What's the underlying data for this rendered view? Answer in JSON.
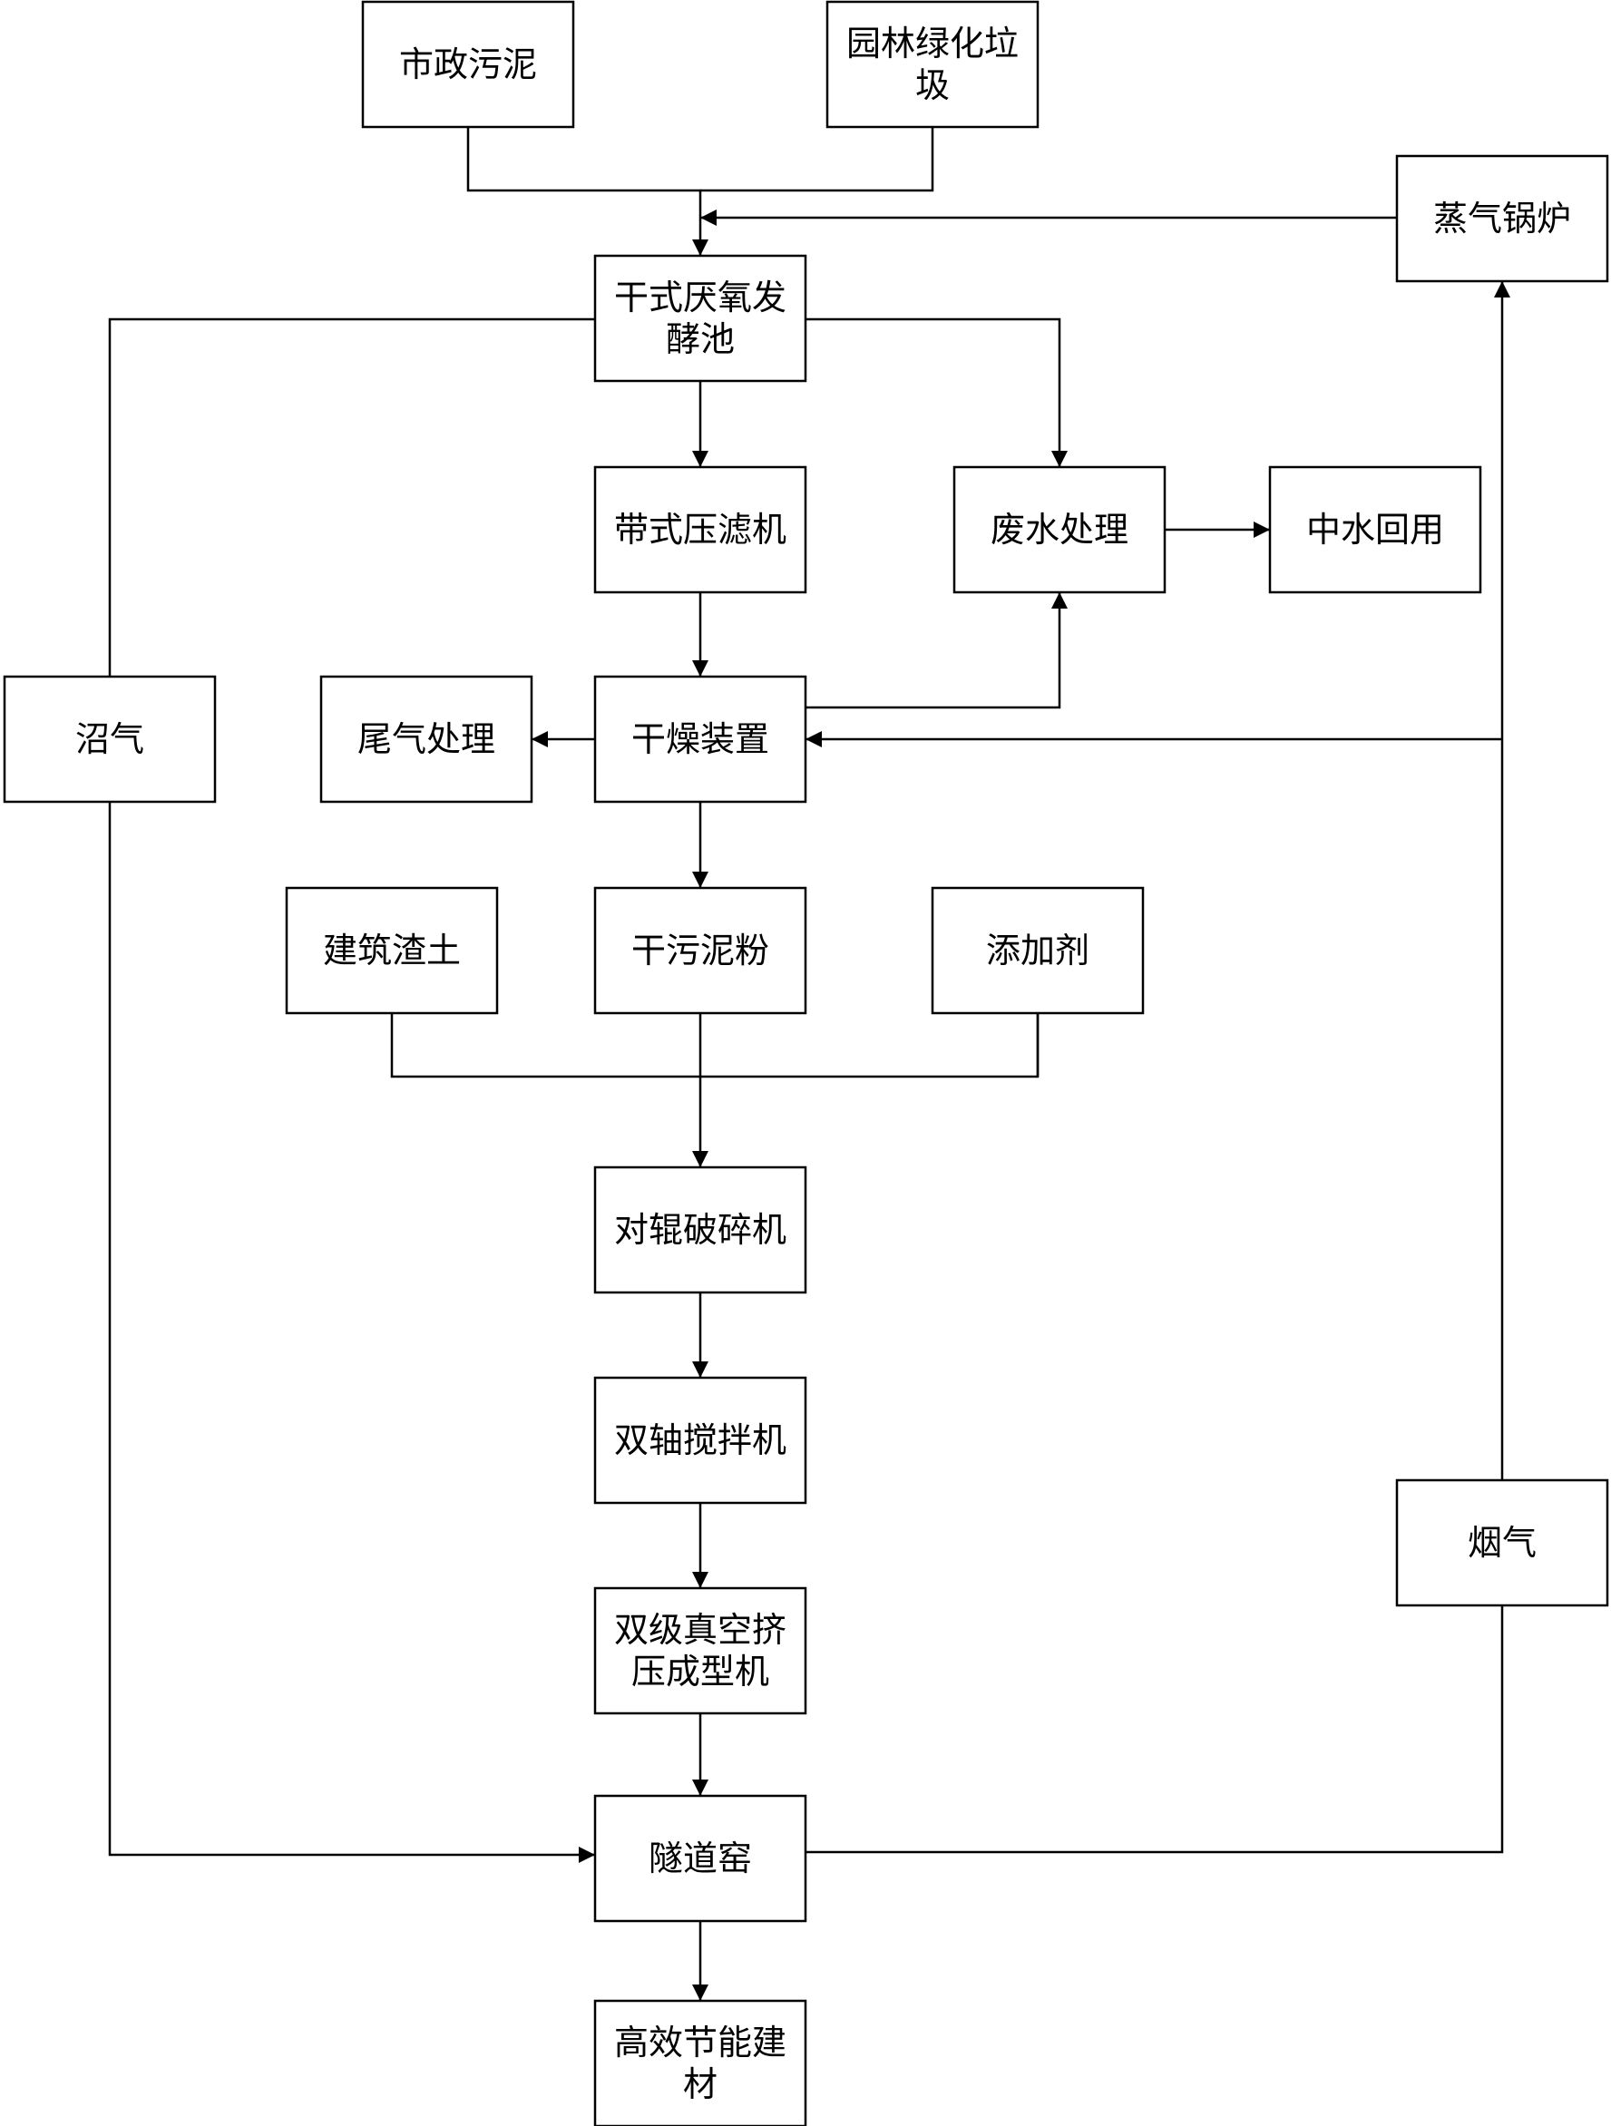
{
  "diagram": {
    "nodes": {
      "municipal_sludge": [
        "市政污泥"
      ],
      "garden_waste": [
        "园林绿化垃",
        "圾"
      ],
      "steam_boiler": [
        "蒸气锅炉"
      ],
      "anaerobic_tank": [
        "干式厌氧发",
        "酵池"
      ],
      "belt_filter_press": [
        "带式压滤机"
      ],
      "wastewater_treatment": [
        "废水处理"
      ],
      "reclaimed_water": [
        "中水回用"
      ],
      "biogas": [
        "沼气"
      ],
      "exhaust_treatment": [
        "尾气处理"
      ],
      "dryer": [
        "干燥装置"
      ],
      "construction_soil": [
        "建筑渣土"
      ],
      "dry_sludge_powder": [
        "干污泥粉"
      ],
      "additive": [
        "添加剂"
      ],
      "roller_crusher": [
        "对辊破碎机"
      ],
      "twin_shaft_mixer": [
        "双轴搅拌机"
      ],
      "vacuum_extruder": [
        "双级真空挤",
        "压成型机"
      ],
      "tunnel_kiln": [
        "隧道窑"
      ],
      "flue_gas": [
        "烟气"
      ],
      "building_material": [
        "高效节能建",
        "材"
      ]
    },
    "edges": [
      {
        "from": "municipal_sludge",
        "to": "anaerobic_tank"
      },
      {
        "from": "garden_waste",
        "to": "anaerobic_tank"
      },
      {
        "from": "steam_boiler",
        "to": "anaerobic_tank"
      },
      {
        "from": "anaerobic_tank",
        "to": "belt_filter_press"
      },
      {
        "from": "anaerobic_tank",
        "to": "wastewater_treatment"
      },
      {
        "from": "anaerobic_tank",
        "to": "biogas"
      },
      {
        "from": "belt_filter_press",
        "to": "dryer"
      },
      {
        "from": "dryer",
        "to": "wastewater_treatment"
      },
      {
        "from": "wastewater_treatment",
        "to": "reclaimed_water"
      },
      {
        "from": "dryer",
        "to": "exhaust_treatment"
      },
      {
        "from": "flue_gas",
        "to": "dryer"
      },
      {
        "from": "flue_gas",
        "to": "steam_boiler"
      },
      {
        "from": "dryer",
        "to": "dry_sludge_powder"
      },
      {
        "from": "construction_soil",
        "to": "roller_crusher"
      },
      {
        "from": "dry_sludge_powder",
        "to": "roller_crusher"
      },
      {
        "from": "additive",
        "to": "roller_crusher"
      },
      {
        "from": "roller_crusher",
        "to": "twin_shaft_mixer"
      },
      {
        "from": "twin_shaft_mixer",
        "to": "vacuum_extruder"
      },
      {
        "from": "vacuum_extruder",
        "to": "tunnel_kiln"
      },
      {
        "from": "biogas",
        "to": "tunnel_kiln"
      },
      {
        "from": "tunnel_kiln",
        "to": "flue_gas"
      },
      {
        "from": "tunnel_kiln",
        "to": "building_material"
      }
    ]
  }
}
